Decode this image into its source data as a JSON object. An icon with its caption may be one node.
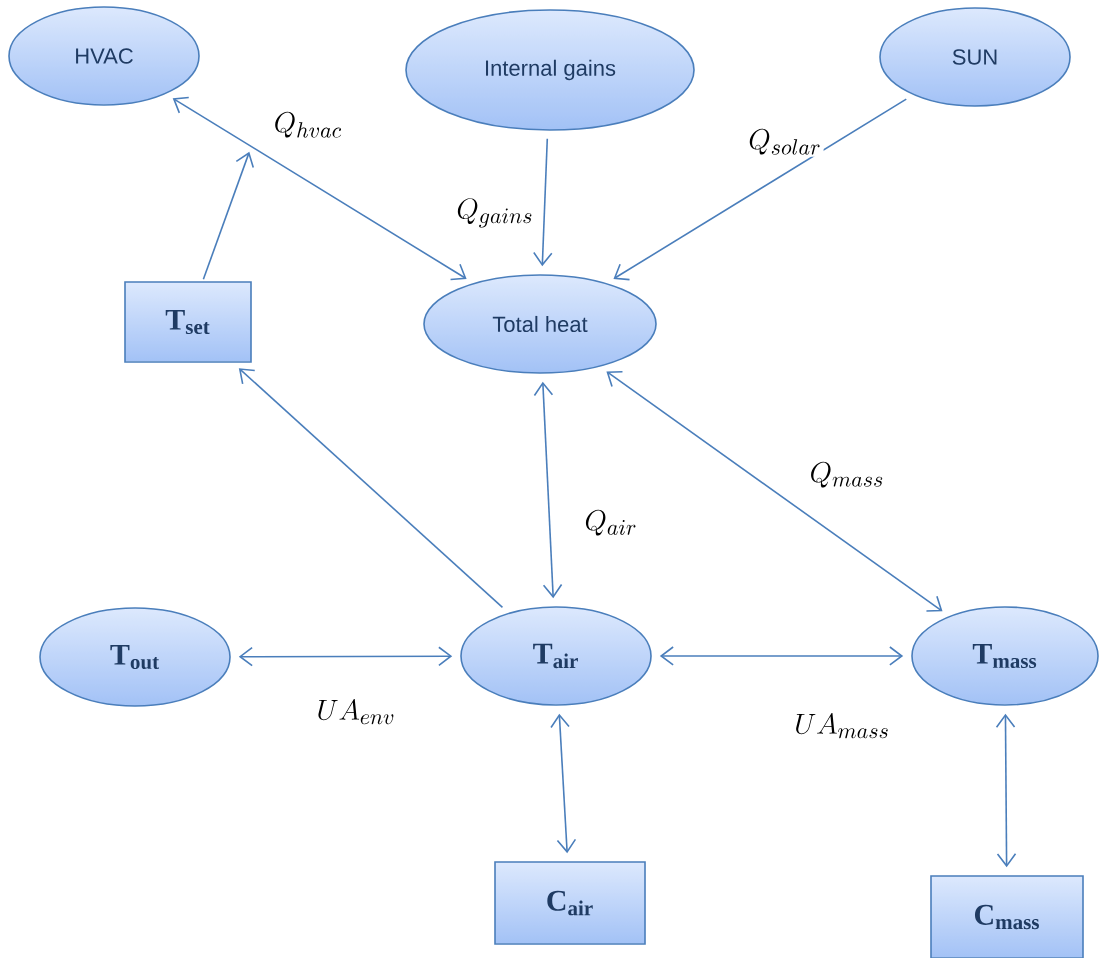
{
  "diagram": {
    "nodes": [
      {
        "text": [
          "HVAC"
        ]
      },
      {
        "text": [
          "Internal gains"
        ]
      },
      {
        "text": [
          "SUN"
        ]
      },
      {
        "text": [
          "T$_{set}$"
        ]
      },
      {
        "text": [
          "Total heat"
        ]
      },
      {
        "text": [
          "T$_{out}$"
        ]
      },
      {
        "text": [
          "T$_{air}$"
        ]
      },
      {
        "text": [
          "T$_{mass}$"
        ]
      },
      {
        "text": [
          "C$_{air}$"
        ]
      },
      {
        "text": [
          "C$_{mass}$"
        ]
      }
    ],
    "edges": [
      {
        "from": 0,
        "to": 4,
        "arrow": "both",
        "label": "Q_{hvac}"
      },
      {
        "from": 3,
        "to": null,
        "arrow": "to"
      },
      {
        "from": 1,
        "to": 4,
        "arrow": "to",
        "label": "Q_{gains}"
      },
      {
        "from": 2,
        "to": 4,
        "arrow": "to",
        "label": "Q_{solar}"
      },
      {
        "from": 6,
        "to": 3,
        "arrow": "to"
      },
      {
        "from": 6,
        "to": 4,
        "arrow": "both",
        "label": "Q_{air}"
      },
      {
        "from": 4,
        "to": 7,
        "arrow": "both",
        "label": "Q_{mass}"
      },
      {
        "from": 5,
        "to": 6,
        "arrow": "both",
        "label": "UA_{env}"
      },
      {
        "from": 6,
        "to": 7,
        "arrow": "both",
        "label": "UA_{mass}"
      },
      {
        "from": 6,
        "to": 8,
        "arrow": "both"
      },
      {
        "from": 7,
        "to": 9,
        "arrow": "both"
      }
    ]
  }
}
